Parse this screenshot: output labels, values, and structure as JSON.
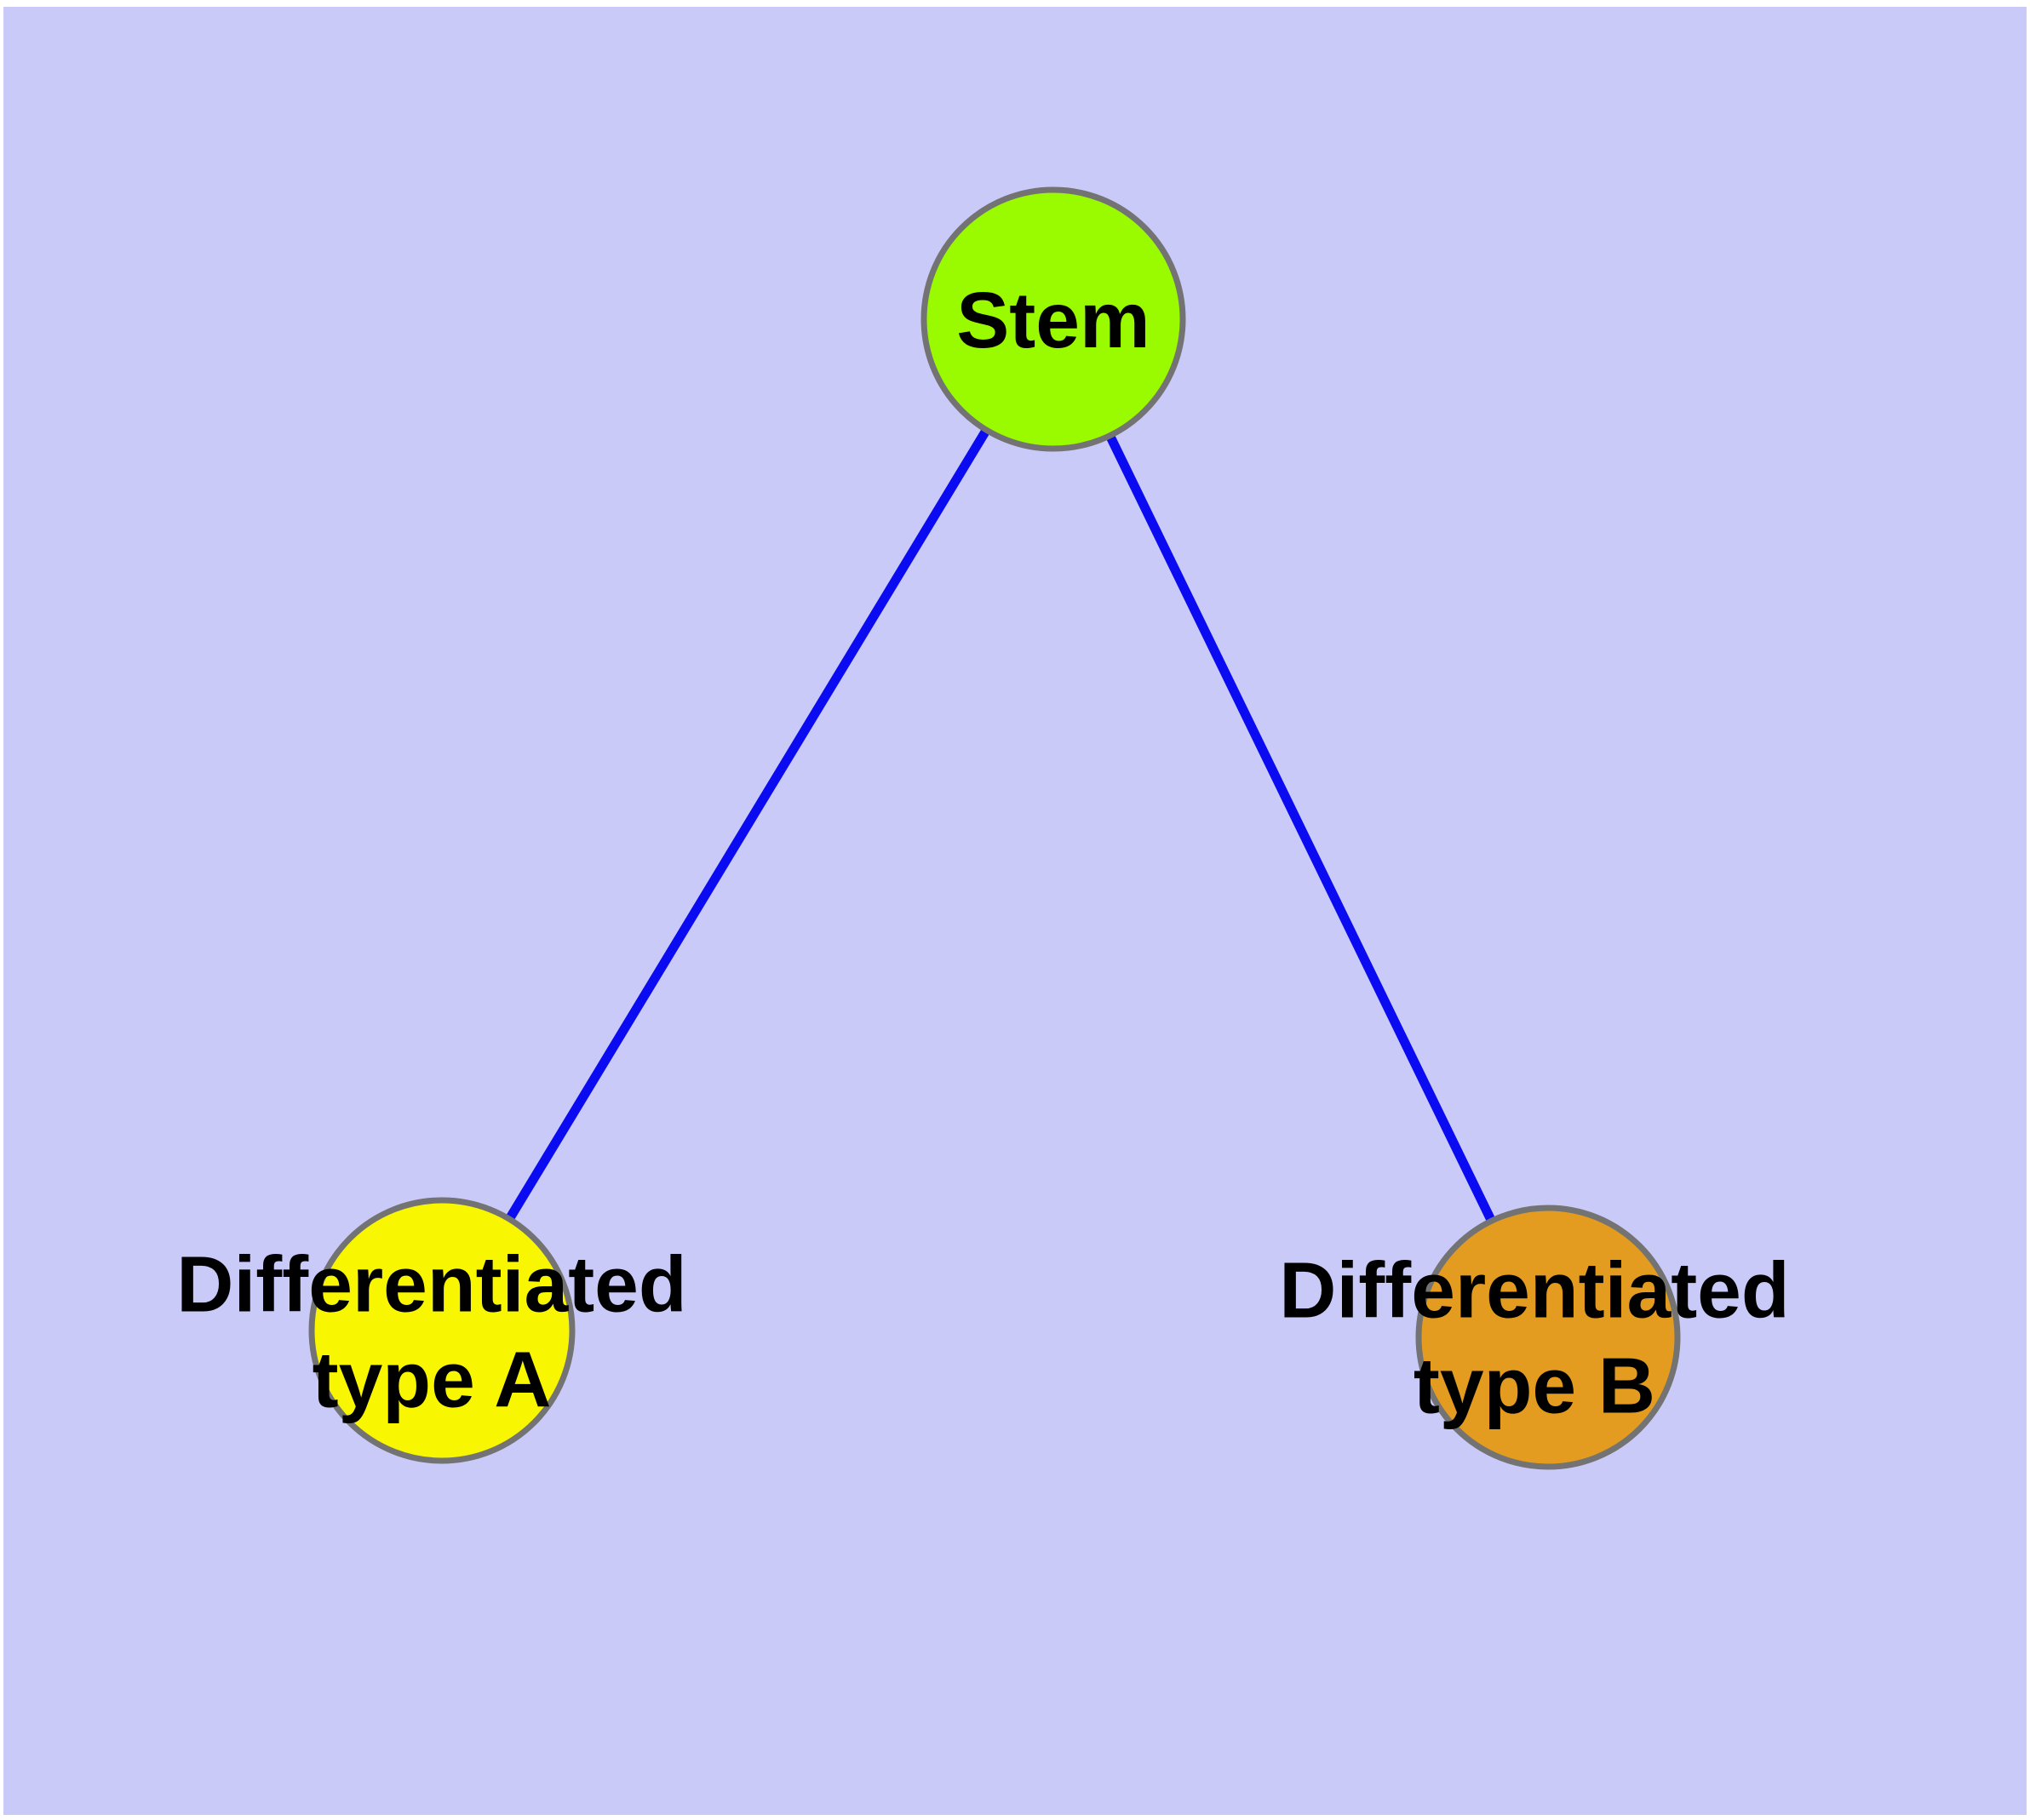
{
  "diagram": {
    "background_color": "#cacaf8",
    "page_margin_color": "#ffffff",
    "edge_color": "#0b0bf2",
    "node_border_color": "#737373",
    "label_text_color": "#000000",
    "nodes": {
      "stem": {
        "label": "Stem",
        "color": "#9afa00"
      },
      "type_a": {
        "label": "Differentiated\ntype A",
        "color": "#f8f600"
      },
      "type_b": {
        "label": "Differentiated\ntype B",
        "color": "#e39b20"
      }
    },
    "edges": [
      {
        "from": "Stem",
        "to": "Differentiated type A"
      },
      {
        "from": "Stem",
        "to": "Differentiated type B"
      }
    ]
  }
}
